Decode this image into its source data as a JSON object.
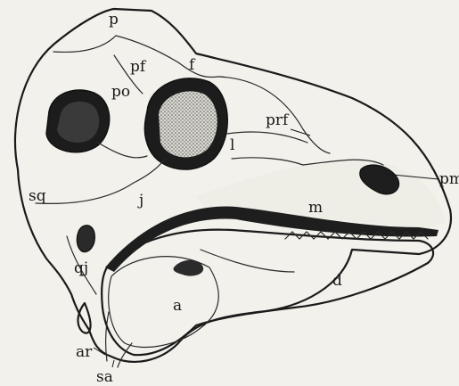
{
  "figure": {
    "labels": {
      "p": "p",
      "pf": "pf",
      "f": "f",
      "po": "po",
      "prf": "prf",
      "l": "l",
      "sq": "sq",
      "j": "j",
      "m": "m",
      "pm": "pm",
      "qj": "qj",
      "a": "a",
      "d": "d",
      "ar": "ar",
      "sa": "sa"
    },
    "colors": {
      "ink": "#1a1a1a",
      "paper": "#f2f1ec",
      "stipple": "#7a7a7a"
    }
  }
}
